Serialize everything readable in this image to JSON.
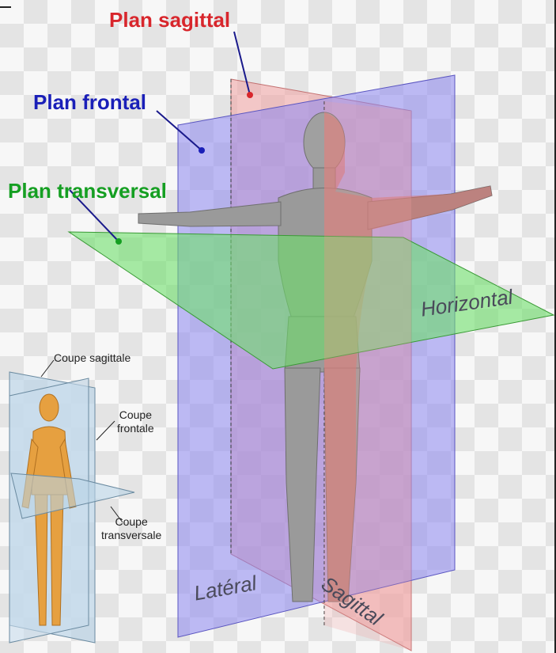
{
  "labels": {
    "plan_sagittal": "Plan sagittal",
    "plan_frontal": "Plan frontal",
    "plan_transversal": "Plan transversal"
  },
  "axes": {
    "horizontal": "Horizontal",
    "lateral": "Latéral",
    "sagittal": "Sagittal"
  },
  "inset": {
    "coupe_sagittale": "Coupe sagittale",
    "coupe_frontale_line1": "Coupe",
    "coupe_frontale_line2": "frontale",
    "coupe_transversale_line1": "Coupe",
    "coupe_transversale_line2": "transversale"
  },
  "colors": {
    "sagittal": "#d8262c",
    "frontal": "#1a1fb8",
    "transversal": "#159f22"
  }
}
